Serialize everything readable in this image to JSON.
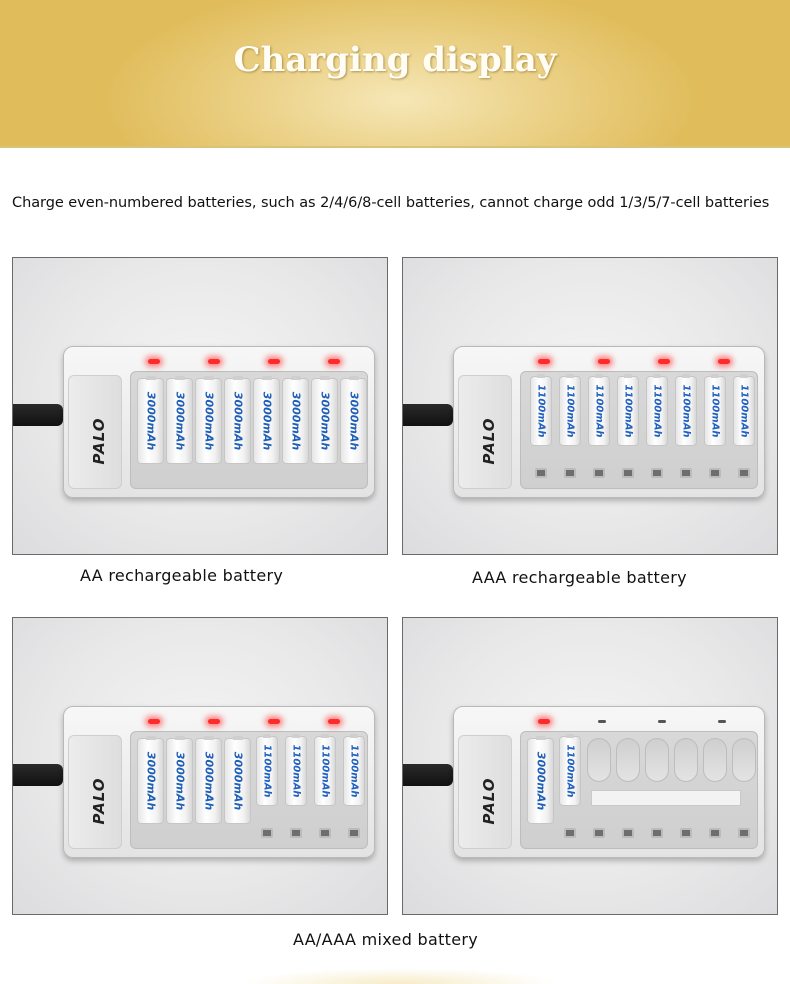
{
  "banner": {
    "title": "Charging display"
  },
  "notice": "Charge even-numbered batteries, such as 2/4/6/8-cell batteries, cannot charge odd 1/3/5/7-cell batteries",
  "photos": [
    {
      "brand": "PALO",
      "cell_label": "3000mAh",
      "caption": "AA rechargeable battery"
    },
    {
      "brand": "PALO",
      "cell_label": "1100mAh",
      "caption": "AAA rechargeable battery"
    },
    {
      "brand": "PALO",
      "aa_label": "3000mAh",
      "aaa_label": "1100mAh"
    },
    {
      "brand": "PALO",
      "aa_label": "3000mAh",
      "aaa_label": "1100mAh"
    }
  ],
  "mixed_caption": "AA/AAA mixed battery",
  "colors": {
    "banner_gold": "#e0bc5a",
    "led_red": "#ff2a2a",
    "label_blue": "#1f5fb8"
  }
}
